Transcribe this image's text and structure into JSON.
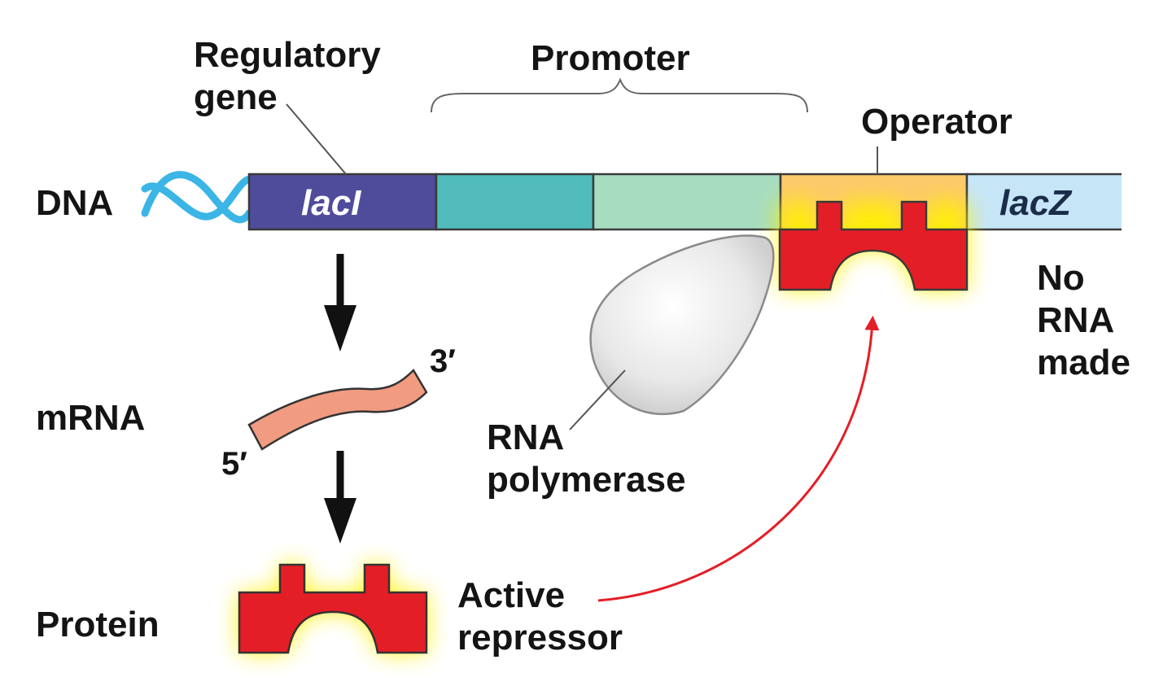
{
  "labels": {
    "dna": "DNA",
    "mrna": "mRNA",
    "protein": "Protein",
    "regulatory_gene_line1": "Regulatory",
    "regulatory_gene_line2": "gene",
    "promoter": "Promoter",
    "operator": "Operator",
    "laci": "lacI",
    "lacz": "lacZ",
    "no_rna_line1": "No",
    "no_rna_line2": "RNA",
    "no_rna_line3": "made",
    "three_prime": "3′",
    "five_prime": "5′",
    "rna_polymerase_line1": "RNA",
    "rna_polymerase_line2": "polymerase",
    "active_repressor_line1": "Active",
    "active_repressor_line2": "repressor"
  },
  "colors": {
    "laci_segment": "#4f4c9c",
    "promoter_segment_1": "#52bcbc",
    "promoter_segment_2": "#a8dcc0",
    "operator_segment": "#fcc96b",
    "lacz_segment": "#c6e6f7",
    "dna_helix": "#3bb5e6",
    "mrna": "#f19b80",
    "repressor": "#e41e26",
    "repressor_glow": "#fff200",
    "rna_polymerase": "#e7e7e7",
    "binding_arrow": "#e41e26"
  }
}
